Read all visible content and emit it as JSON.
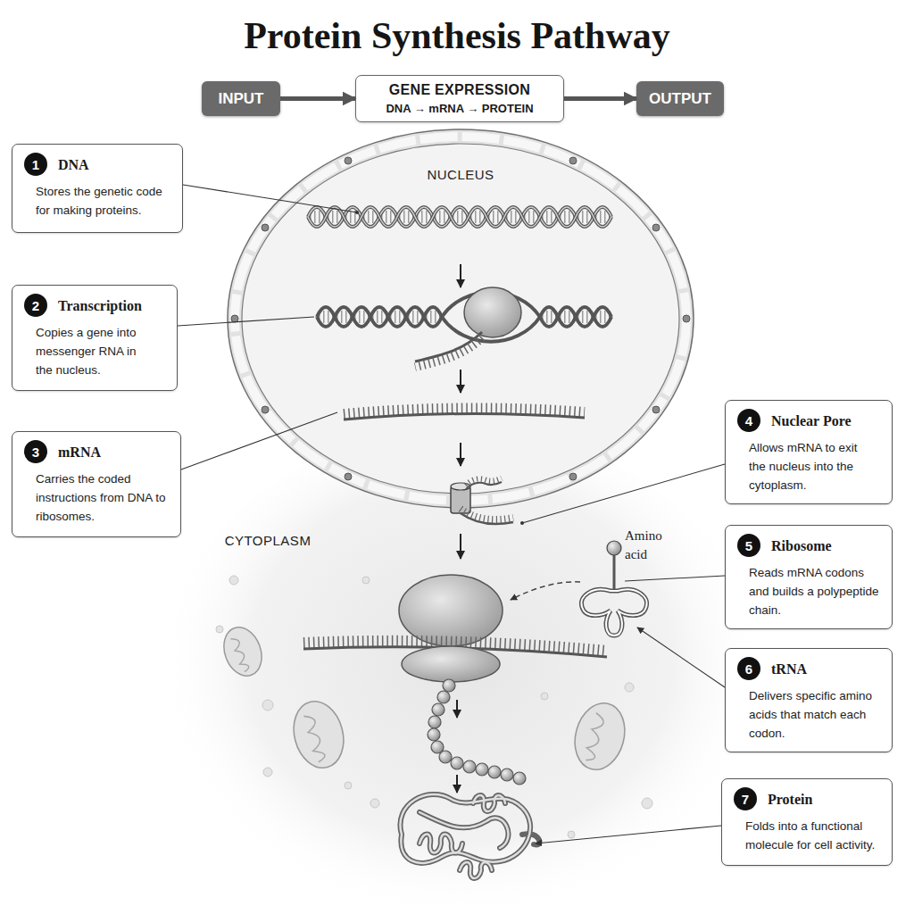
{
  "diagram": {
    "title": "Protein Synthesis Pathway",
    "nodes": [
      {
        "text": [
          "INPUT"
        ]
      },
      {
        "text": [
          "GENE EXPRESSION",
          "DNA → mRNA → PROTEIN"
        ]
      },
      {
        "text": [
          "OUTPUT"
        ]
      },
      {
        "text": [
          "DNA",
          "Stores the genetic code for making proteins."
        ]
      },
      {
        "text": [
          "1"
        ],
        "in": 3
      },
      {
        "text": [
          "Transcription",
          "Copies a gene into messenger RNA in the nucleus."
        ]
      },
      {
        "text": [
          "2"
        ],
        "in": 5
      },
      {
        "text": [
          "mRNA",
          "Carries the coded instructions from DNA to ribosomes."
        ]
      },
      {
        "text": [
          "3"
        ],
        "in": 7
      },
      {
        "text": [
          "Nuclear Pore",
          "Allows mRNA to exit the nucleus into the cytoplasm."
        ]
      },
      {
        "text": [
          "4"
        ],
        "in": 9
      },
      {
        "text": [
          "Ribosome",
          "Reads mRNA codons and builds a polypeptide chain."
        ]
      },
      {
        "text": [
          "5"
        ],
        "in": 11
      },
      {
        "text": [
          "tRNA",
          "Delivers specific amino acids that match each codon."
        ]
      },
      {
        "text": [
          "6"
        ],
        "in": 13
      },
      {
        "text": [
          "Protein",
          "Folds into a functional molecule for cell activity."
        ]
      },
      {
        "text": [
          "7"
        ],
        "in": 15
      }
    ],
    "edges": [
      {
        "from": 0,
        "to": 1,
        "arrow": "to"
      },
      {
        "from": 1,
        "to": 2,
        "arrow": "to"
      }
    ],
    "labels": [
      "NUCLEUS",
      "CYTOPLASM",
      "Amino acid"
    ]
  }
}
